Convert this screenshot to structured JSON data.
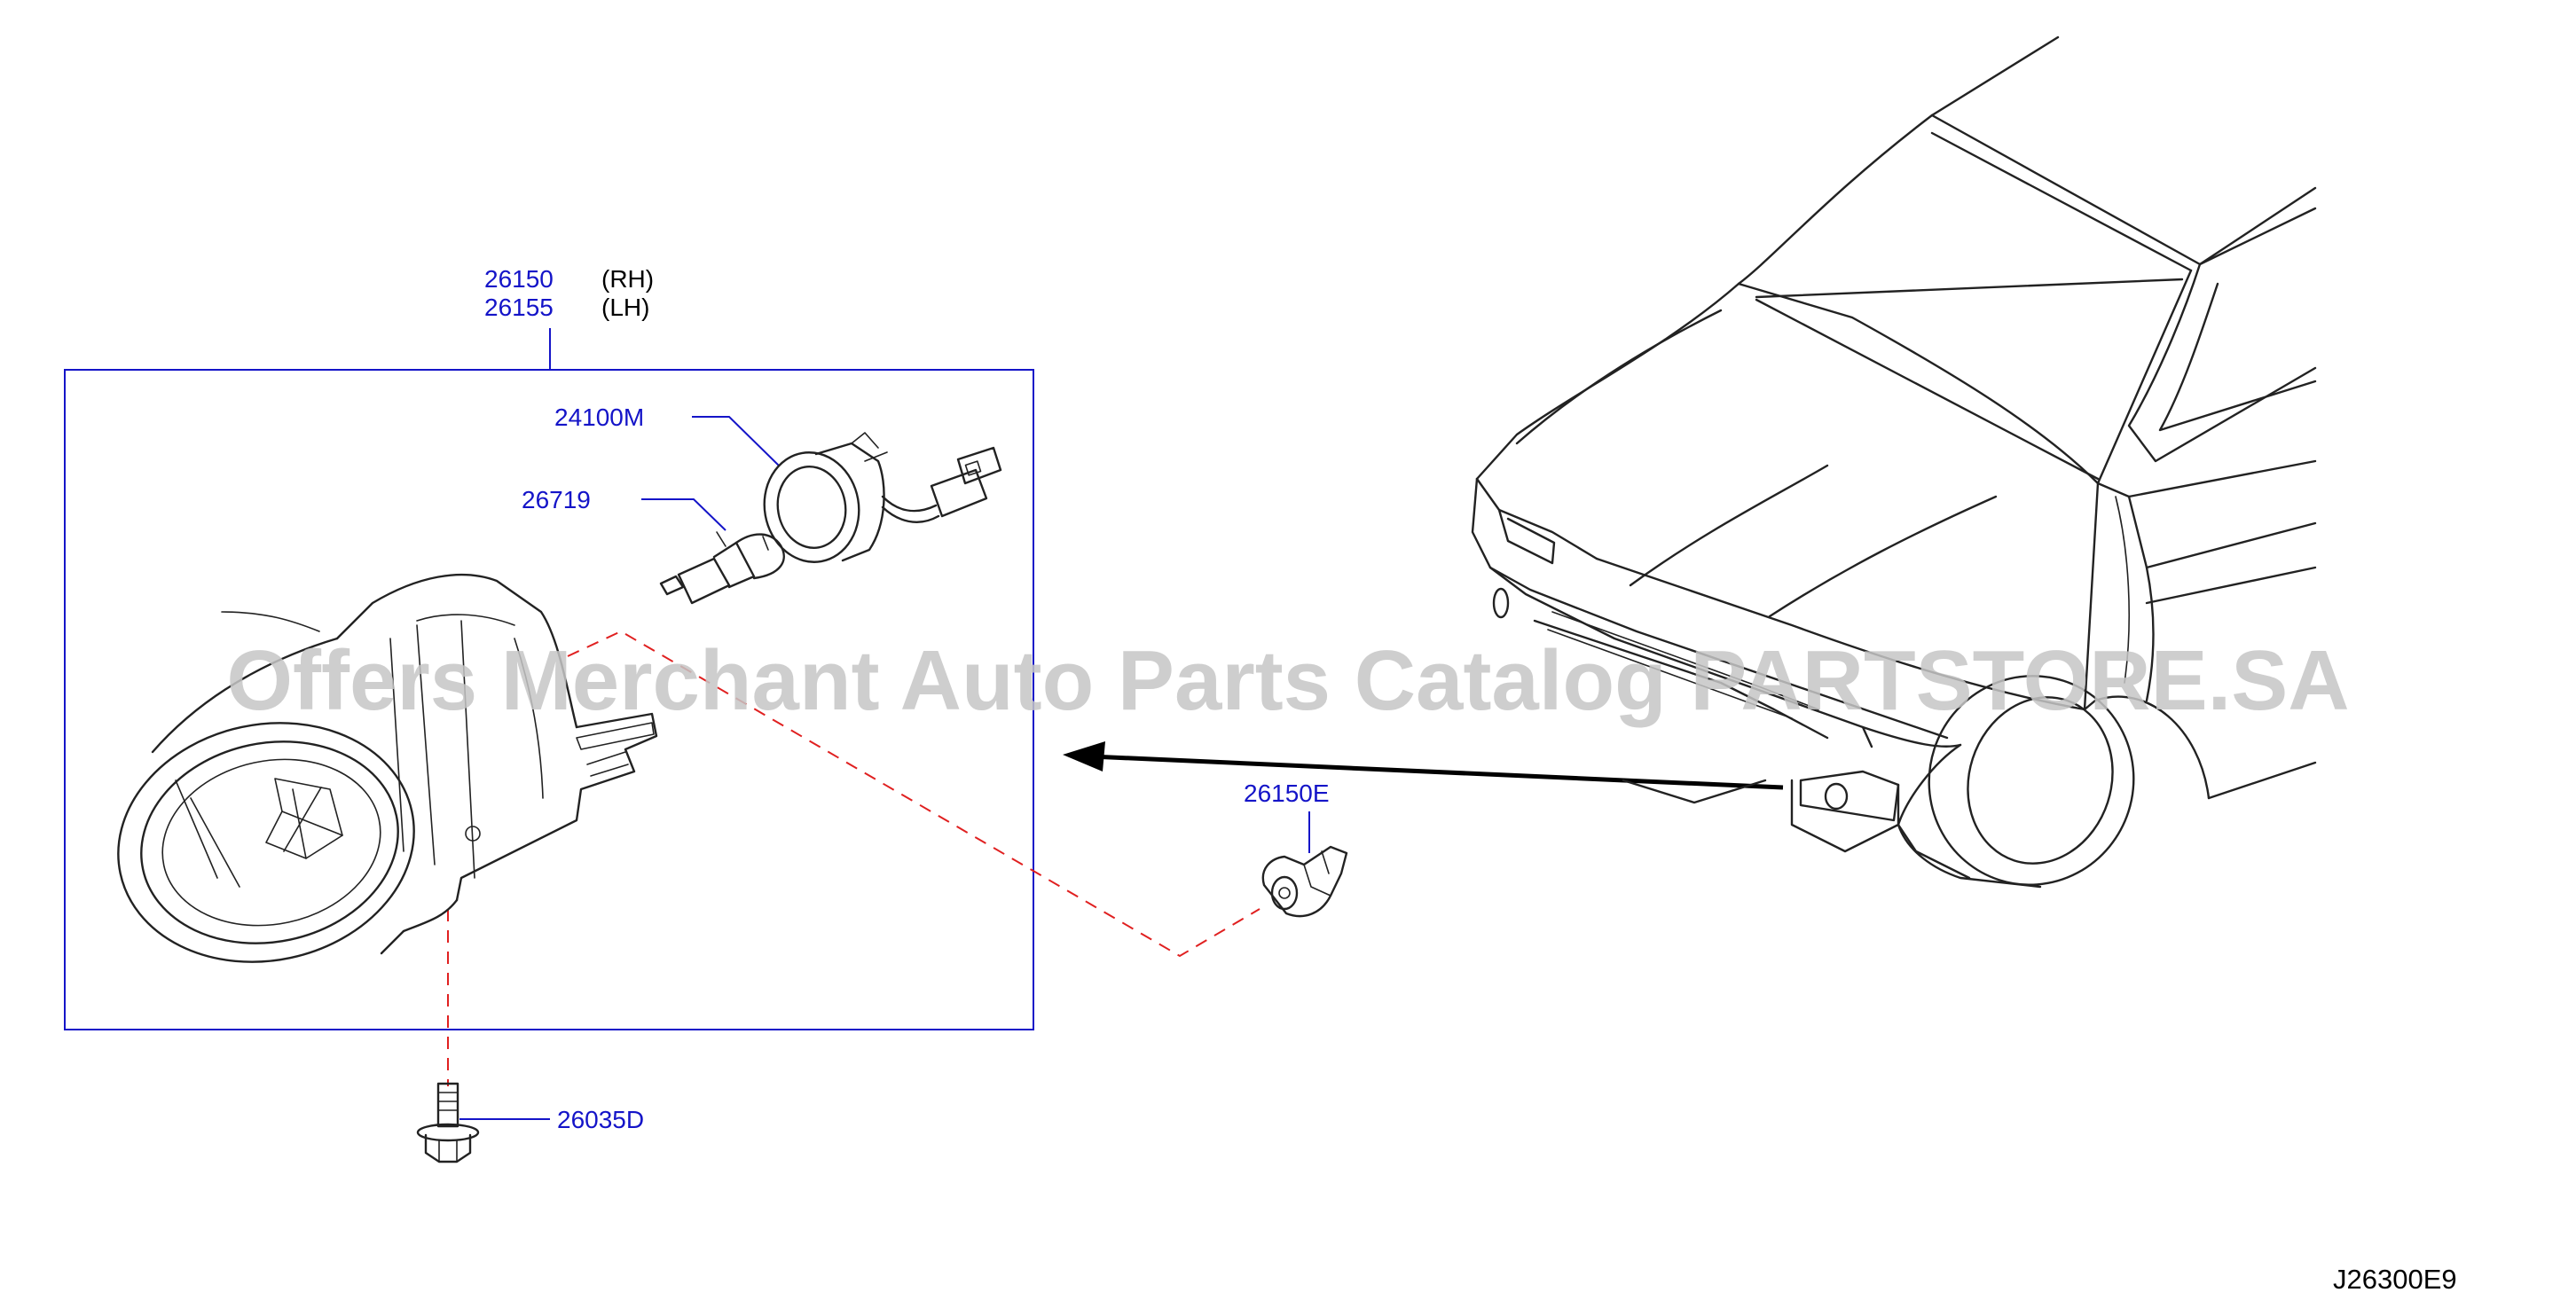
{
  "labels": {
    "lamp_rh_part": "26150",
    "lamp_rh_side": "(RH)",
    "lamp_lh_part": "26155",
    "lamp_lh_side": "(LH)",
    "socket_part": "24100M",
    "bulb_part": "26719",
    "clip_part": "26150E",
    "bolt_part": "26035D",
    "diagram_code": "J26300E9"
  },
  "watermark": "Offers Merchant Auto Parts Catalog PARTSTORE.SA",
  "colors": {
    "part_number": "#1414c8",
    "frame": "#1414c8",
    "dashed_guide": "#e02020",
    "linework": "#222222",
    "watermark": "#c6c6c6"
  }
}
